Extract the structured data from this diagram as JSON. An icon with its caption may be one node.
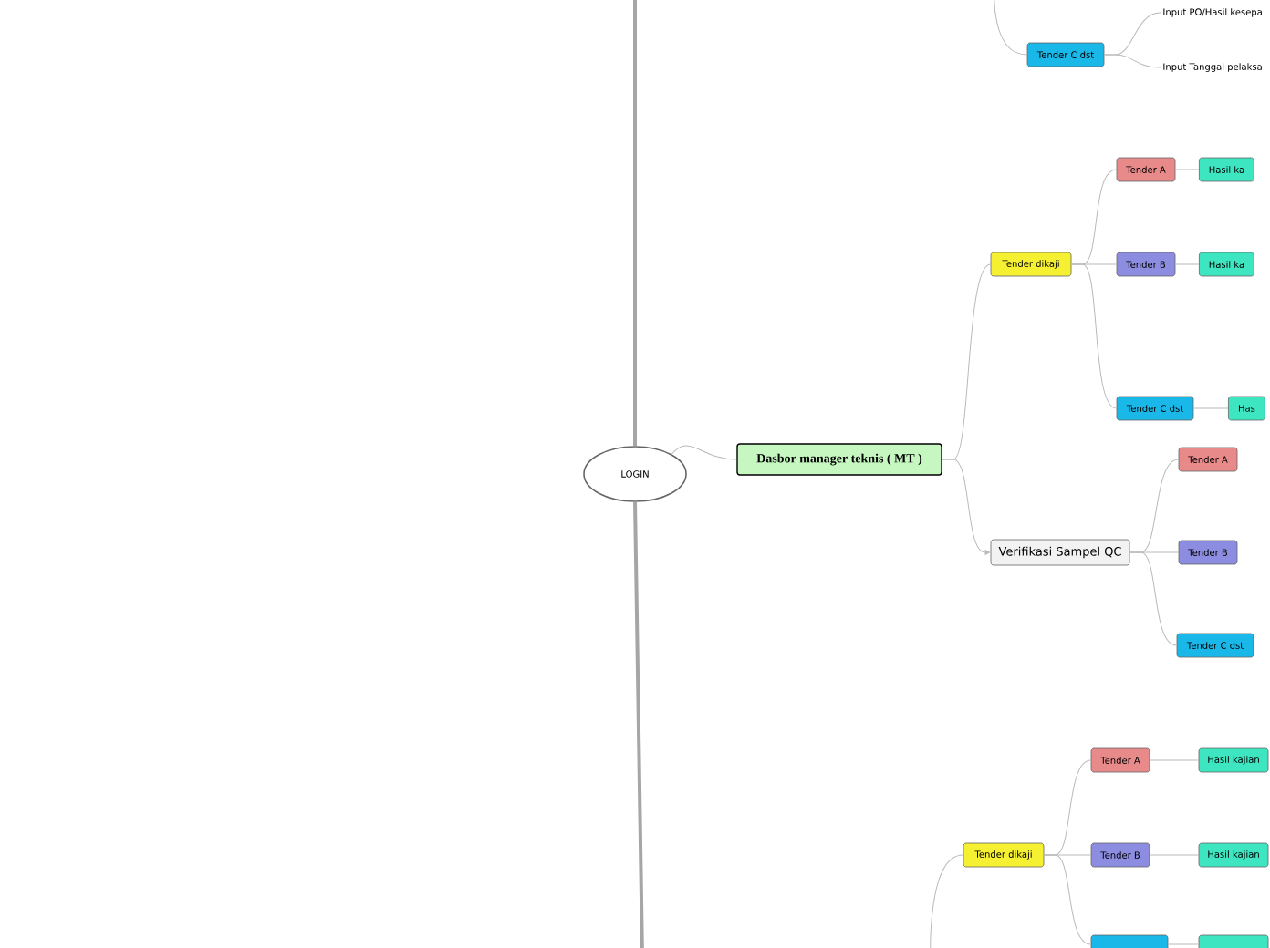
{
  "diagram": {
    "nodes": [
      {
        "text": [
          "LOGIN"
        ]
      },
      {
        "text": [
          "Tender C dst"
        ]
      },
      {
        "text": [
          "Input PO/Hasil kesepa"
        ]
      },
      {
        "text": [
          "Input Tanggal pelaksa"
        ]
      },
      {
        "text": [
          "Dasbor manager teknis ( MT )"
        ]
      },
      {
        "text": [
          "Tender dikaji"
        ]
      },
      {
        "text": [
          "Tender A"
        ]
      },
      {
        "text": [
          "Hasil ka"
        ]
      },
      {
        "text": [
          "Tender B"
        ]
      },
      {
        "text": [
          "Hasil ka"
        ]
      },
      {
        "text": [
          "Tender C dst"
        ]
      },
      {
        "text": [
          "Has"
        ]
      },
      {
        "text": [
          "Verifikasi Sampel QC"
        ]
      },
      {
        "text": [
          "Tender A"
        ]
      },
      {
        "text": [
          "Tender B"
        ]
      },
      {
        "text": [
          "Tender C dst"
        ]
      },
      {
        "text": [
          "Tender dikaji"
        ]
      },
      {
        "text": [
          "Tender A"
        ]
      },
      {
        "text": [
          "Hasil kajian"
        ]
      },
      {
        "text": [
          "Tender B"
        ]
      },
      {
        "text": [
          "Hasil kajian"
        ]
      },
      {
        "text": [],
        "shape": "box"
      },
      {
        "text": [],
        "shape": "box"
      }
    ],
    "edges": [
      {
        "from": 0,
        "to": null,
        "arrow": "none",
        "style": "thick"
      },
      {
        "from": 0,
        "to": null,
        "arrow": "none",
        "style": "thick"
      },
      {
        "from": null,
        "to": 1,
        "arrow": "none"
      },
      {
        "from": 1,
        "to": 2,
        "arrow": "none"
      },
      {
        "from": 1,
        "to": 3,
        "arrow": "none"
      },
      {
        "from": 0,
        "to": 4,
        "arrow": "none"
      },
      {
        "from": 4,
        "to": 5,
        "arrow": "none"
      },
      {
        "from": 4,
        "to": 12,
        "arrow": "to"
      },
      {
        "from": 5,
        "to": 6,
        "arrow": "none"
      },
      {
        "from": 5,
        "to": 8,
        "arrow": "none"
      },
      {
        "from": 5,
        "to": 10,
        "arrow": "none"
      },
      {
        "from": 6,
        "to": 7,
        "arrow": "none"
      },
      {
        "from": 8,
        "to": 9,
        "arrow": "none"
      },
      {
        "from": 10,
        "to": 11,
        "arrow": "none"
      },
      {
        "from": 12,
        "to": 13,
        "arrow": "none"
      },
      {
        "from": 12,
        "to": 14,
        "arrow": "none"
      },
      {
        "from": 12,
        "to": 15,
        "arrow": "none"
      },
      {
        "from": null,
        "to": 16,
        "arrow": "none"
      },
      {
        "from": 16,
        "to": 17,
        "arrow": "none"
      },
      {
        "from": 16,
        "to": 19,
        "arrow": "none"
      },
      {
        "from": 16,
        "to": 21,
        "arrow": "none"
      },
      {
        "from": 17,
        "to": 18,
        "arrow": "none"
      },
      {
        "from": 19,
        "to": 20,
        "arrow": "none"
      },
      {
        "from": 21,
        "to": 22,
        "arrow": "none"
      }
    ]
  }
}
